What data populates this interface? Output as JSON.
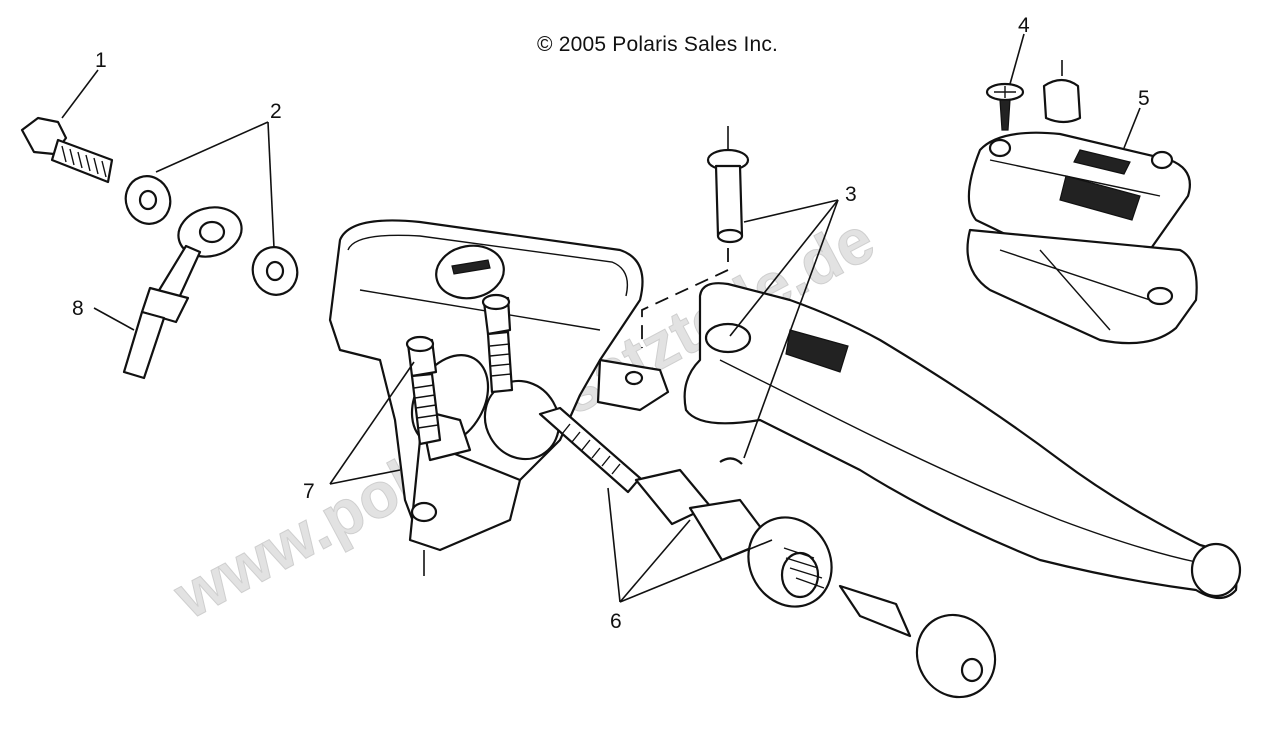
{
  "copyright": "© 2005 Polaris Sales Inc.",
  "watermark": "www.polarisersatzteile.de",
  "callouts": [
    {
      "id": "1",
      "label": "1"
    },
    {
      "id": "2",
      "label": "2"
    },
    {
      "id": "3",
      "label": "3"
    },
    {
      "id": "4",
      "label": "4"
    },
    {
      "id": "5",
      "label": "5"
    },
    {
      "id": "6",
      "label": "6"
    },
    {
      "id": "7",
      "label": "7"
    },
    {
      "id": "8",
      "label": "8"
    }
  ],
  "colors": {
    "ink": "#111111",
    "watermark": "#e2e2e2"
  }
}
